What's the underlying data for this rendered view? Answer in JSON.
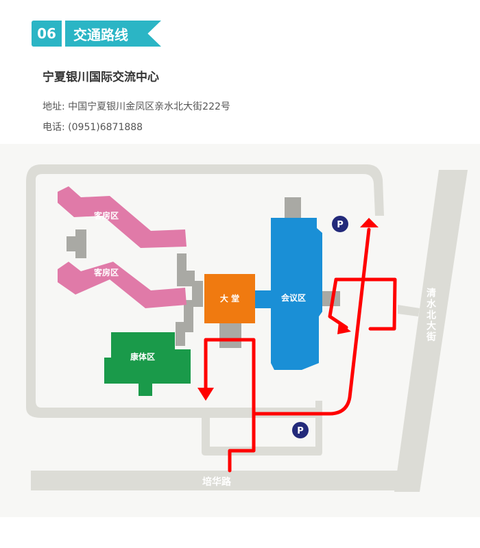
{
  "header": {
    "section_number": "06",
    "section_title": "交通路线"
  },
  "venue": {
    "name": "宁夏银川国际交流中心",
    "address": "地址: 中国宁夏银川金凤区亲水北大街222号",
    "phone": "电话: (0951)6871888"
  },
  "map": {
    "zones": {
      "guest_room_1": "客房区",
      "guest_room_2": "客房区",
      "lobby": "大 堂",
      "conference": "会议区",
      "fitness": "康体区"
    },
    "roads": {
      "bottom": "培华路",
      "right": "清水北大街"
    },
    "parking": {
      "top_label": "P",
      "bottom_label": "P"
    },
    "colors": {
      "guest_room": "#e07aa8",
      "lobby": "#f07a10",
      "conference": "#1a8fd6",
      "fitness": "#1a9a4a",
      "route": "#ff0000",
      "parking": "#232a7a",
      "road": "#dcdcd6",
      "connector": "#a9a9a4",
      "accent": "#2bb5c5"
    }
  }
}
